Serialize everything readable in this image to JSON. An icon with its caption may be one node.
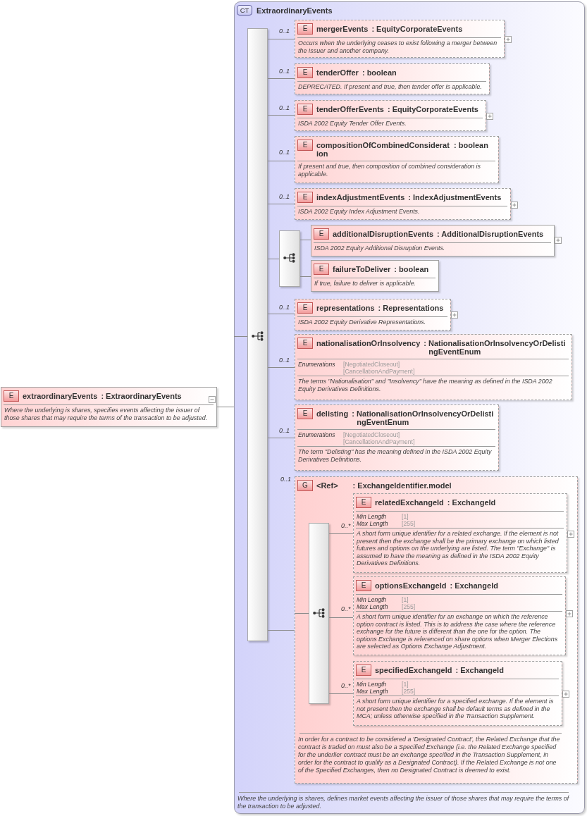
{
  "diagram": {
    "nodes": [
      {
        "text": [
          "E",
          "extraordinaryEvents",
          ": ExtraordinaryEvents",
          "Where the underlying is shares, specifies events affecting the issuer of those shares that may require the terms of the transaction to be adjusted."
        ]
      },
      {
        "text": [
          "CT",
          "ExtraordinaryEvents",
          "Where the underlying is shares, defines market events affecting the issuer of those shares that may require the terms of the transaction to be adjusted."
        ]
      },
      {
        "text": [],
        "shape": "bar",
        "in": 1
      },
      {
        "text": [
          "E",
          "mergerEvents",
          ": EquityCorporateEvents",
          "Occurs when the underlying ceases to exist following a merger between the Issuer and another company."
        ],
        "beside": [
          "0..1"
        ],
        "in": 1
      },
      {
        "text": [
          "E",
          "tenderOffer",
          ": boolean",
          "DEPRECATED. If present and true, then tender offer is applicable."
        ],
        "beside": [
          "0..1"
        ],
        "in": 1
      },
      {
        "text": [
          "E",
          "tenderOfferEvents",
          ": EquityCorporateEvents",
          "ISDA 2002 Equity Tender Offer Events."
        ],
        "beside": [
          "0..1"
        ],
        "in": 1
      },
      {
        "text": [
          "E",
          "compositionOfCombinedConsideration",
          ": boolean",
          "If present and true, then composition of combined consideration is applicable."
        ],
        "beside": [
          "0..1"
        ],
        "in": 1
      },
      {
        "text": [
          "E",
          "indexAdjustmentEvents",
          ": IndexAdjustmentEvents",
          "ISDA 2002 Equity Index Adjustment Events."
        ],
        "beside": [
          "0..1"
        ],
        "in": 1
      },
      {
        "text": [],
        "shape": "bar",
        "in": 1
      },
      {
        "text": [
          "E",
          "additionalDisruptionEvents",
          ": AdditionalDisruptionEvents",
          "ISDA 2002 Equity Additional Disruption Events."
        ],
        "in": 1
      },
      {
        "text": [
          "E",
          "failureToDeliver",
          ": boolean",
          "If true, failure to deliver is applicable."
        ],
        "in": 1
      },
      {
        "text": [
          "E",
          "representations",
          ": Representations",
          "ISDA 2002 Equity Derivative Representations."
        ],
        "beside": [
          "0..1"
        ],
        "in": 1
      },
      {
        "text": [
          "E",
          "nationalisationOrInsolvency",
          ": NationalisationOrInsolvencyOrDelistingEventEnum",
          "Enumerations",
          "[NegotiatedCloseout]",
          "[CancellationAndPayment]",
          "The terms \"Nationalisation\" and \"Insolvency\" have the meaning as defined in the ISDA 2002 Equity Derivatives Definitions."
        ],
        "beside": [
          "0..1"
        ],
        "in": 1
      },
      {
        "text": [
          "E",
          "delisting",
          ": NationalisationOrInsolvencyOrDelistingEventEnum",
          "Enumerations",
          "[NegotiatedCloseout]",
          "[CancellationAndPayment]",
          "The term \"Delisting\" has the meaning defined in the ISDA 2002 Equity Derivatives Definitions."
        ],
        "beside": [
          "0..1"
        ],
        "in": 1
      },
      {
        "text": [
          "G",
          "<Ref>",
          ": ExchangeIdentifier.model",
          "In order for a contract to be considered a 'Designated Contract', the Related Exchange that the contract is traded on must also be a Specified Exchange (i.e. the Related Exchange specified for the underlier contract must be an exchange specified in the Transaction Supplement, in order for the contract to qualify as a Designated Contract). If the Related Exchange is not one of the Specified Exchanges, then no Designated Contract is deemed to exist."
        ],
        "beside": [
          "0..1"
        ],
        "in": 1
      },
      {
        "text": [],
        "shape": "bar",
        "in": 14
      },
      {
        "text": [
          "E",
          "relatedExchangeId",
          ": ExchangeId",
          "Min Length",
          "[1]",
          "Max Length",
          "[255]",
          "A short form unique identifier for a related exchange. If the element is not present then the exchange shall be the primary exchange on which listed futures and options on the underlying are listed. The term \"Exchange\" is assumed to have the meaning as defined in the ISDA 2002 Equity Derivatives Definitions."
        ],
        "beside": [
          "0..*"
        ],
        "in": 14
      },
      {
        "text": [
          "E",
          "optionsExchangeId",
          ": ExchangeId",
          "Min Length",
          "[1]",
          "Max Length",
          "[255]",
          "A short form unique identifier for an exchange on which the reference option contract is listed. This is to address the case where the reference exchange for the future is different than the one for the option. The options Exchange is referenced on share options when Merger Elections are selected as Options Exchange Adjustment."
        ],
        "beside": [
          "0..*"
        ],
        "in": 14
      },
      {
        "text": [
          "E",
          "specifiedExchangeId",
          ": ExchangeId",
          "Min Length",
          "[1]",
          "Max Length",
          "[255]",
          "A short form unique identifier for a specified exchange. If the element is not present then the exchange shall be default terms as defined in the MCA; unless otherwise specified in the Transaction Supplement."
        ],
        "beside": [
          "0..*"
        ],
        "in": 14
      }
    ],
    "edges": [
      {
        "from": 0,
        "to": 1,
        "arrow": "none"
      },
      {
        "from": 1,
        "to": 2,
        "arrow": "none"
      },
      {
        "from": 2,
        "to": 3,
        "arrow": "none"
      },
      {
        "from": 2,
        "to": 4,
        "arrow": "none"
      },
      {
        "from": 2,
        "to": 5,
        "arrow": "none"
      },
      {
        "from": 2,
        "to": 6,
        "arrow": "none"
      },
      {
        "from": 2,
        "to": 7,
        "arrow": "none"
      },
      {
        "from": 2,
        "to": 8,
        "arrow": "none"
      },
      {
        "from": 8,
        "to": 9,
        "arrow": "none"
      },
      {
        "from": 8,
        "to": 10,
        "arrow": "none"
      },
      {
        "from": 2,
        "to": 11,
        "arrow": "none"
      },
      {
        "from": 2,
        "to": 12,
        "arrow": "none"
      },
      {
        "from": 2,
        "to": 13,
        "arrow": "none"
      },
      {
        "from": 2,
        "to": 14,
        "arrow": "none"
      },
      {
        "from": 14,
        "to": 15,
        "arrow": "none"
      },
      {
        "from": 15,
        "to": 16,
        "arrow": "none"
      },
      {
        "from": 15,
        "to": 17,
        "arrow": "none"
      },
      {
        "from": 15,
        "to": 18,
        "arrow": "none"
      }
    ]
  }
}
